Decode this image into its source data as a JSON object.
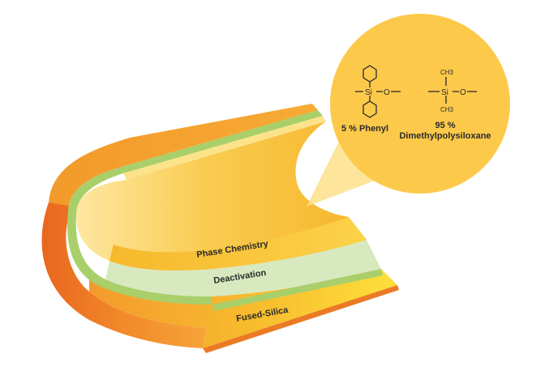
{
  "layers": {
    "phase": "Phase Chemistry",
    "deactivation": "Deactivation",
    "silica": "Fused-Silica"
  },
  "callout": {
    "phenyl": {
      "atom_si": "Si",
      "atom_o": "O",
      "label": "5 % Phenyl"
    },
    "dimethyl": {
      "group_top": "CH3",
      "group_bottom": "CH3",
      "atom_si": "Si",
      "atom_o": "O",
      "label_line1": "95 %",
      "label_line2": "Dimethylpolysiloxane"
    }
  },
  "colors": {
    "silica_outer": "#ec7a25",
    "silica_face": "#f8b62b",
    "deactivation": "#a9cf6a",
    "deactivation_face": "#d8e9bf",
    "phase": "#f8c43a",
    "callout": "#fcc94a"
  }
}
